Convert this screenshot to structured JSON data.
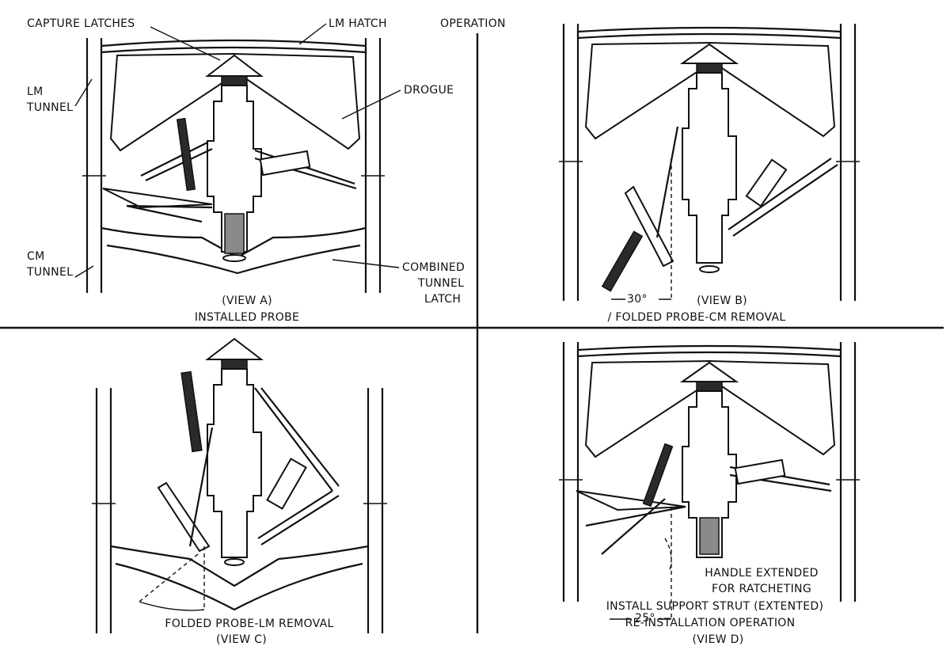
{
  "header": {
    "operation": "OPERATION"
  },
  "view_a": {
    "capture_latches": "CAPTURE LATCHES",
    "lm_hatch": "LM HATCH",
    "lm_tunnel": [
      "LM",
      "TUNNEL"
    ],
    "drogue": "DROGUE",
    "cm_tunnel": [
      "CM",
      "TUNNEL"
    ],
    "combined_tunnel_latch": [
      "COMBINED",
      "TUNNEL",
      "LATCH"
    ],
    "view_label": "(VIEW A)",
    "caption": "INSTALLED PROBE"
  },
  "view_b": {
    "angle": "30°",
    "view_label": "(VIEW B)",
    "caption": "/ FOLDED PROBE-CM REMOVAL"
  },
  "view_c": {
    "caption": "FOLDED PROBE-LM REMOVAL",
    "view_label": "(VIEW C)"
  },
  "view_d": {
    "angle": "25°",
    "handle_note": [
      "HANDLE EXTENDED",
      "FOR RATCHETING"
    ],
    "install_note": "INSTALL SUPPORT STRUT (EXTENTED)",
    "operation_note": "RE-INSTALLATION OPERATION",
    "view_label": "(VIEW D)"
  }
}
